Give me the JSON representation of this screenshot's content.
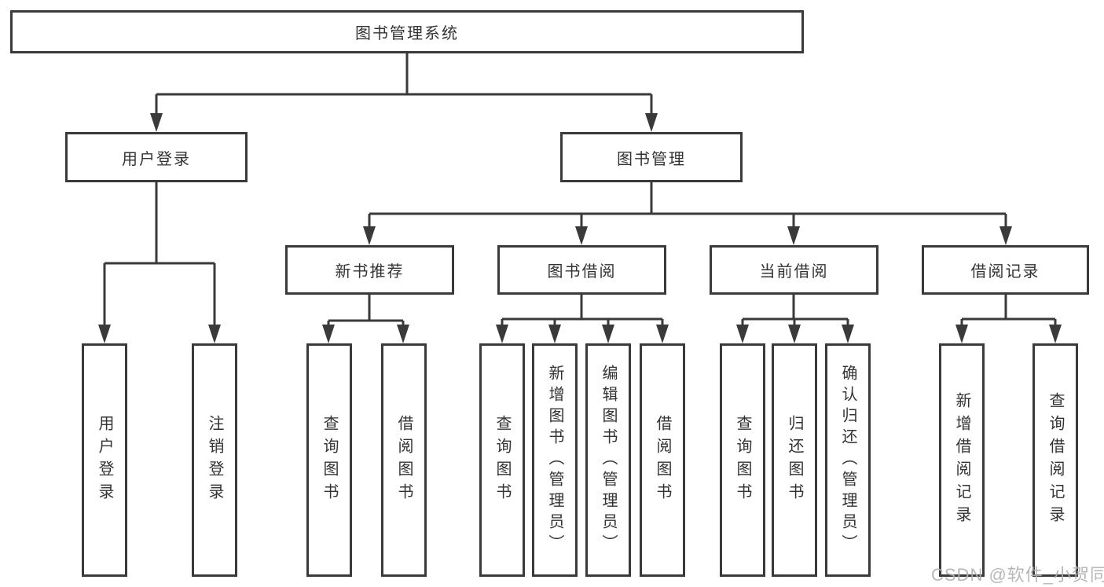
{
  "colors": {
    "line": "#3a3a3a",
    "text": "#333333",
    "watermark": "#b0b0b0",
    "background": "#ffffff"
  },
  "tree": {
    "root": {
      "label": "图书管理系统",
      "children": [
        {
          "label": "用户登录",
          "children": [
            {
              "label": "用户登录"
            },
            {
              "label": "注销登录"
            }
          ]
        },
        {
          "label": "图书管理",
          "children": [
            {
              "label": "新书推荐",
              "children": [
                {
                  "label": "查询图书"
                },
                {
                  "label": "借阅图书"
                }
              ]
            },
            {
              "label": "图书借阅",
              "children": [
                {
                  "label": "查询图书"
                },
                {
                  "label": "新增图书（管理员）"
                },
                {
                  "label": "编辑图书（管理员）"
                },
                {
                  "label": "借阅图书"
                }
              ]
            },
            {
              "label": "当前借阅",
              "children": [
                {
                  "label": "查询图书"
                },
                {
                  "label": "归还图书"
                },
                {
                  "label": "确认归还（管理员）"
                }
              ]
            },
            {
              "label": "借阅记录",
              "children": [
                {
                  "label": "新增借阅记录"
                },
                {
                  "label": "查询借阅记录"
                }
              ]
            }
          ]
        }
      ]
    }
  },
  "watermark": {
    "text": "CSDN @软件_小贺同学"
  }
}
